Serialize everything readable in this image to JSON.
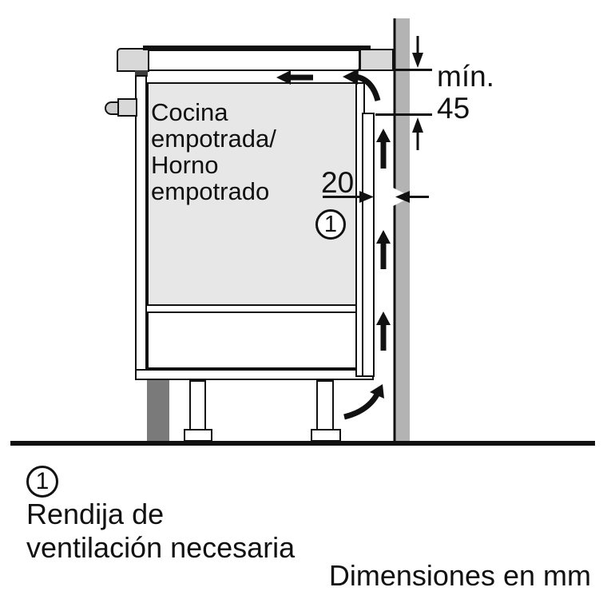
{
  "colors": {
    "wall_gray": "#b3b3b3",
    "oven_gray": "#e7e7e7",
    "trim_gray": "#d8d8d8",
    "handle_gray": "#cccccc",
    "plinth_gray": "#7a7a7a"
  },
  "diagram": {
    "appliance_label": "Cocina\nempotrada/\nHorno\nempotrado",
    "min_clearance_label": "mín.\n45",
    "gap_width_label": "20",
    "callout_number": "1"
  },
  "legend": {
    "callout_number": "1",
    "description": "Rendija de\nventilación necesaria"
  },
  "footer": {
    "units_note": "Dimensiones en mm"
  }
}
